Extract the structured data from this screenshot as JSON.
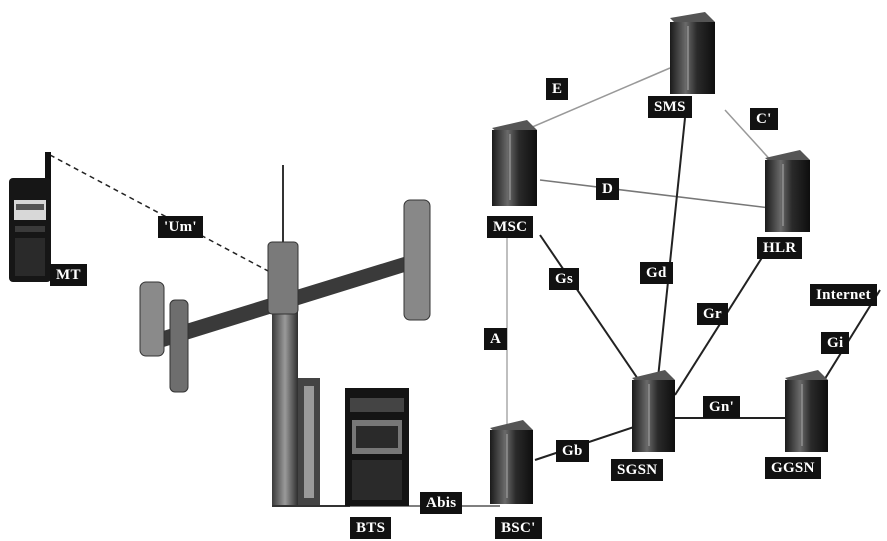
{
  "nodes": {
    "mt": "MT",
    "msc": "MSC",
    "sms": "SMS",
    "hlr": "HLR",
    "sgsn": "SGSN",
    "ggsn": "GGSN",
    "bsc": "BSC'",
    "bts": "BTS",
    "internet": "Internet"
  },
  "interfaces": {
    "um": "'Um'",
    "e": "E",
    "c": "C'",
    "d": "D",
    "gs": "Gs",
    "gd": "Gd",
    "gr": "Gr",
    "a": "A",
    "gb": "Gb",
    "gn": "Gn'",
    "gi": "Gi",
    "abis": "Abis"
  },
  "colors": {
    "label_bg": "#111111",
    "server": "#3a3a3a",
    "line": "#222222",
    "thin_line": "#888888"
  }
}
